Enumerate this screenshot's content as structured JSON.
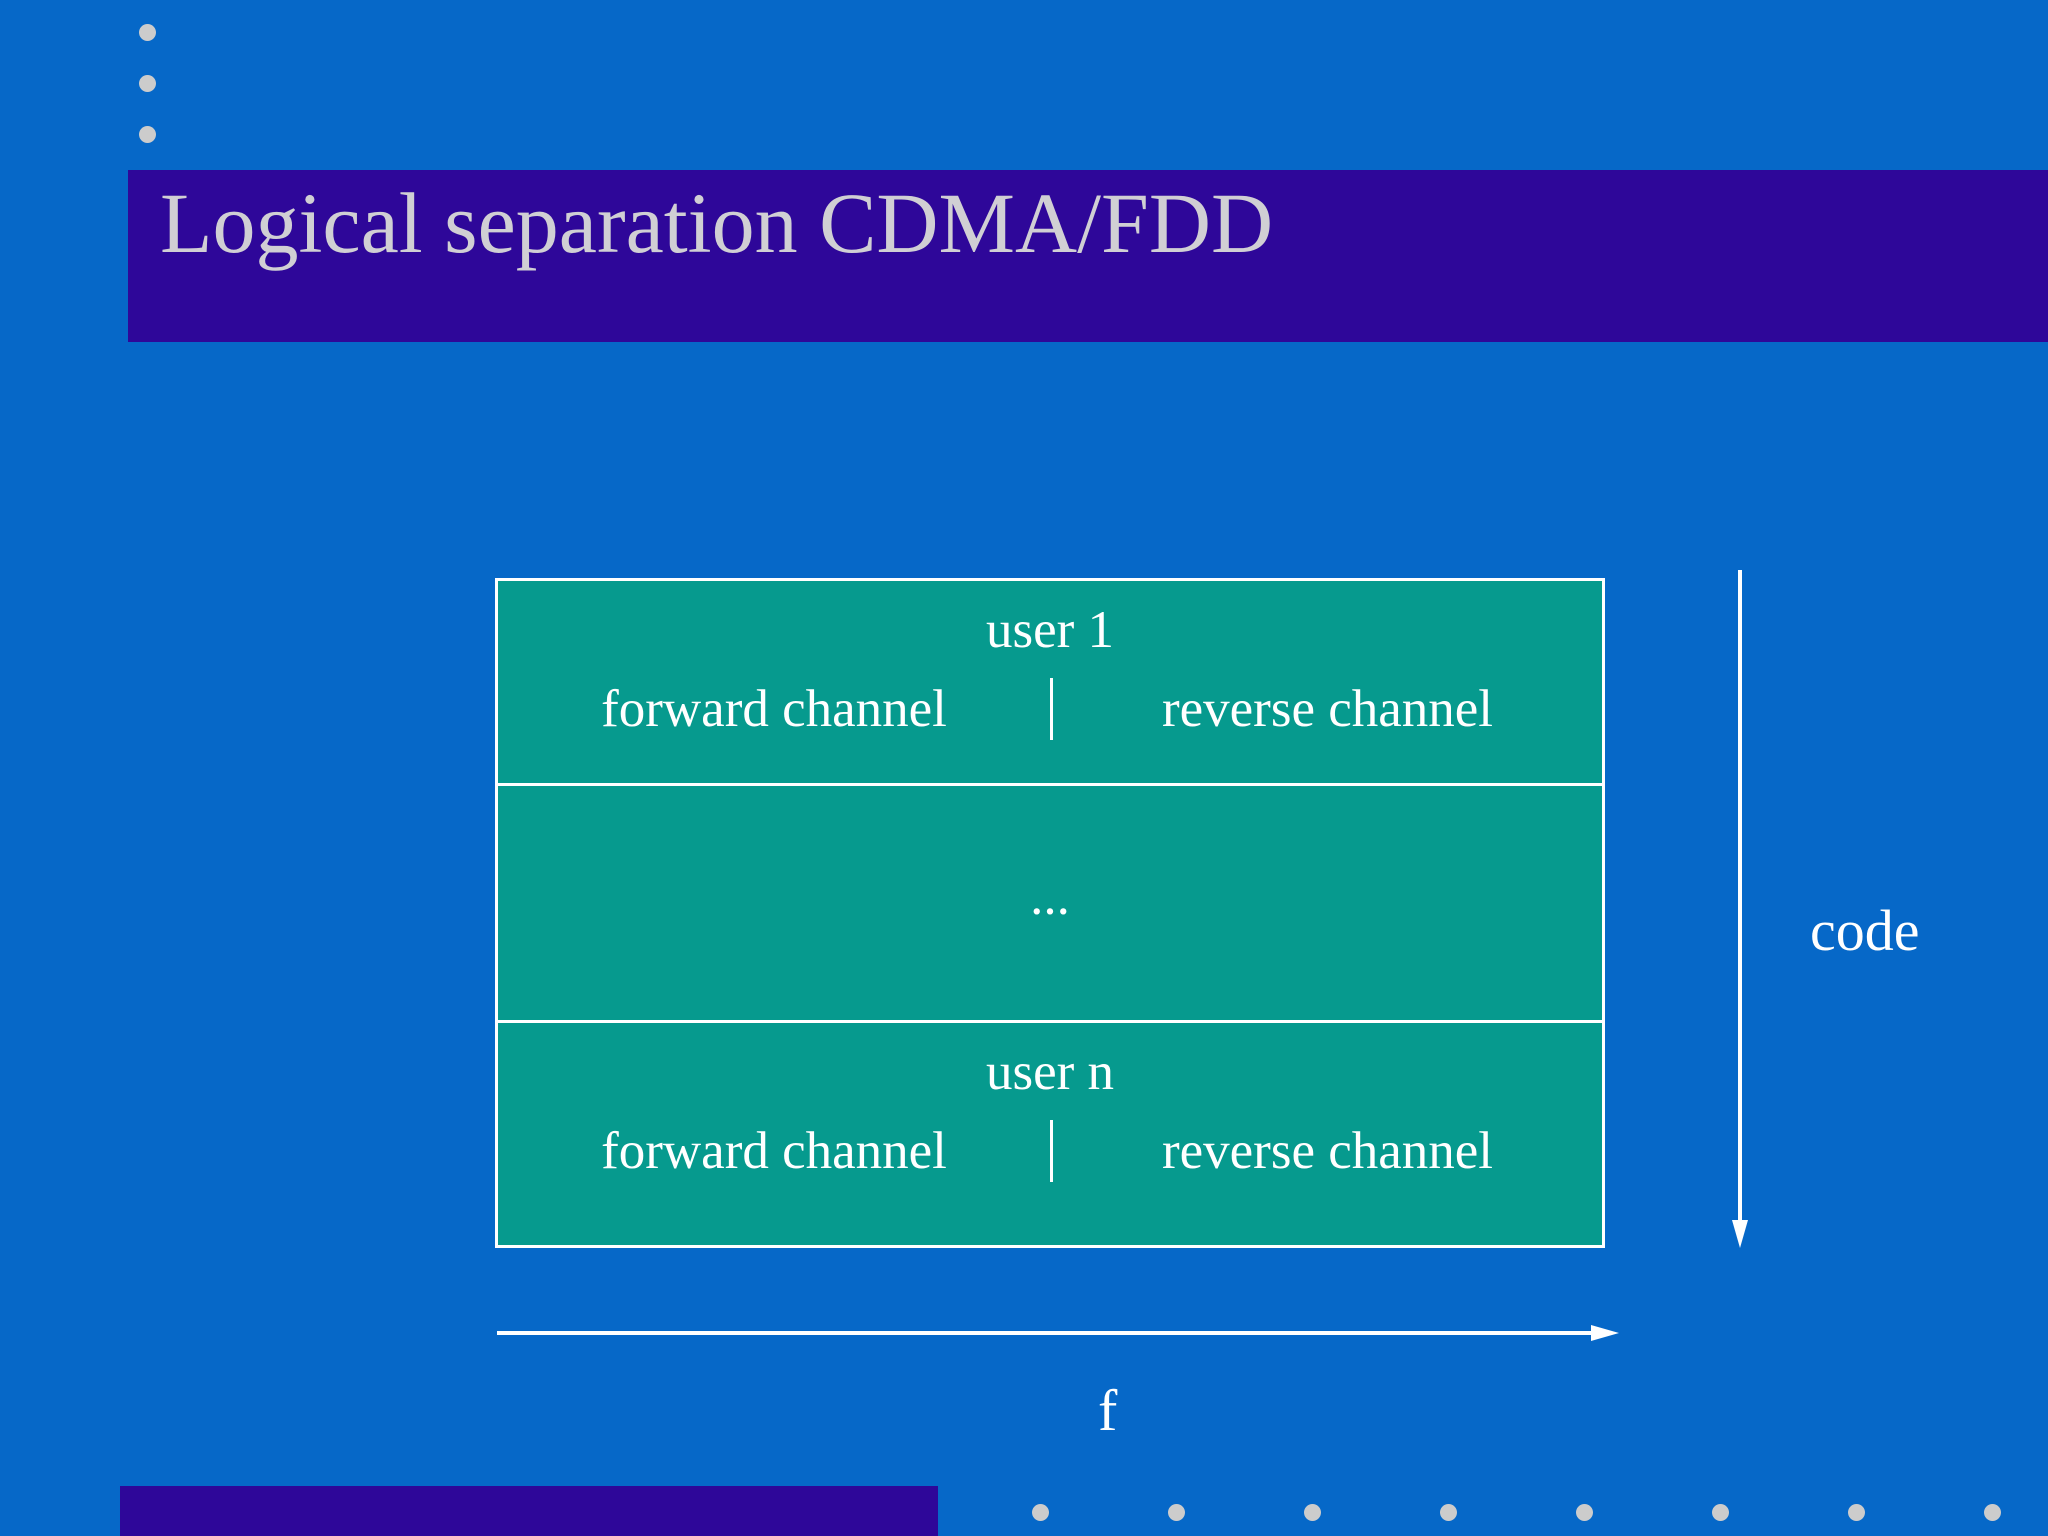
{
  "slide": {
    "title": "Logical separation CDMA/FDD",
    "background_color": "#0668c8",
    "title_band_color": "#2e0799",
    "title_text_color": "#d0cfd4",
    "accent_color": "#069a8e",
    "line_color": "#ffffff",
    "deco_dot_color": "#cccccc"
  },
  "diagram": {
    "rows": [
      {
        "user_label": "user 1",
        "forward_label": "forward channel",
        "reverse_label": "reverse channel"
      },
      {
        "ellipsis_label": "..."
      },
      {
        "user_label": "user n",
        "forward_label": "forward channel",
        "reverse_label": "reverse channel"
      }
    ],
    "vertical_axis": {
      "label": "code",
      "direction": "down"
    },
    "horizontal_axis": {
      "label": "f",
      "direction": "right"
    }
  },
  "decorations": {
    "top_dots": [
      1,
      2,
      3
    ],
    "bottom_dots": [
      1,
      2,
      3,
      4,
      5,
      6,
      7,
      8,
      9,
      10
    ]
  }
}
